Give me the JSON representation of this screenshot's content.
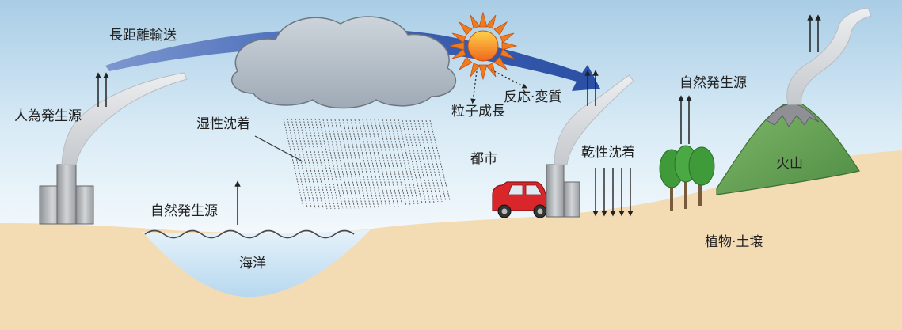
{
  "labels": {
    "long_range_transport": "長距離輸送",
    "anthropogenic_source": "人為発生源",
    "wet_deposition": "湿性沈着",
    "particle_growth": "粒子成長",
    "reaction_transformation": "反応·変質",
    "natural_source_ocean": "自然発生源",
    "natural_source_plants": "自然発生源",
    "city": "都市",
    "dry_deposition": "乾性沈着",
    "volcano": "火山",
    "ocean": "海洋",
    "vegetation_soil": "植物·土壌"
  },
  "colors": {
    "sky_top": "#a9cde6",
    "sky_bottom": "#eef6fb",
    "ground": "#f3dcb4",
    "ocean": "#d4e9f7",
    "transport_arrow": "#3f63b4",
    "cloud": "#b7c1cb",
    "sun": "#f07a1c",
    "mountain": "#6aa35a",
    "car": "#d8262b",
    "tree": "#3f9a3a",
    "smoke": "#d8dbdf",
    "factory": "#b9bcbf"
  },
  "icons": [
    "sun-icon",
    "cloud-icon",
    "car-icon",
    "tree-icon",
    "factory-icon",
    "volcano-icon",
    "rain-icon",
    "smoke-icon"
  ]
}
